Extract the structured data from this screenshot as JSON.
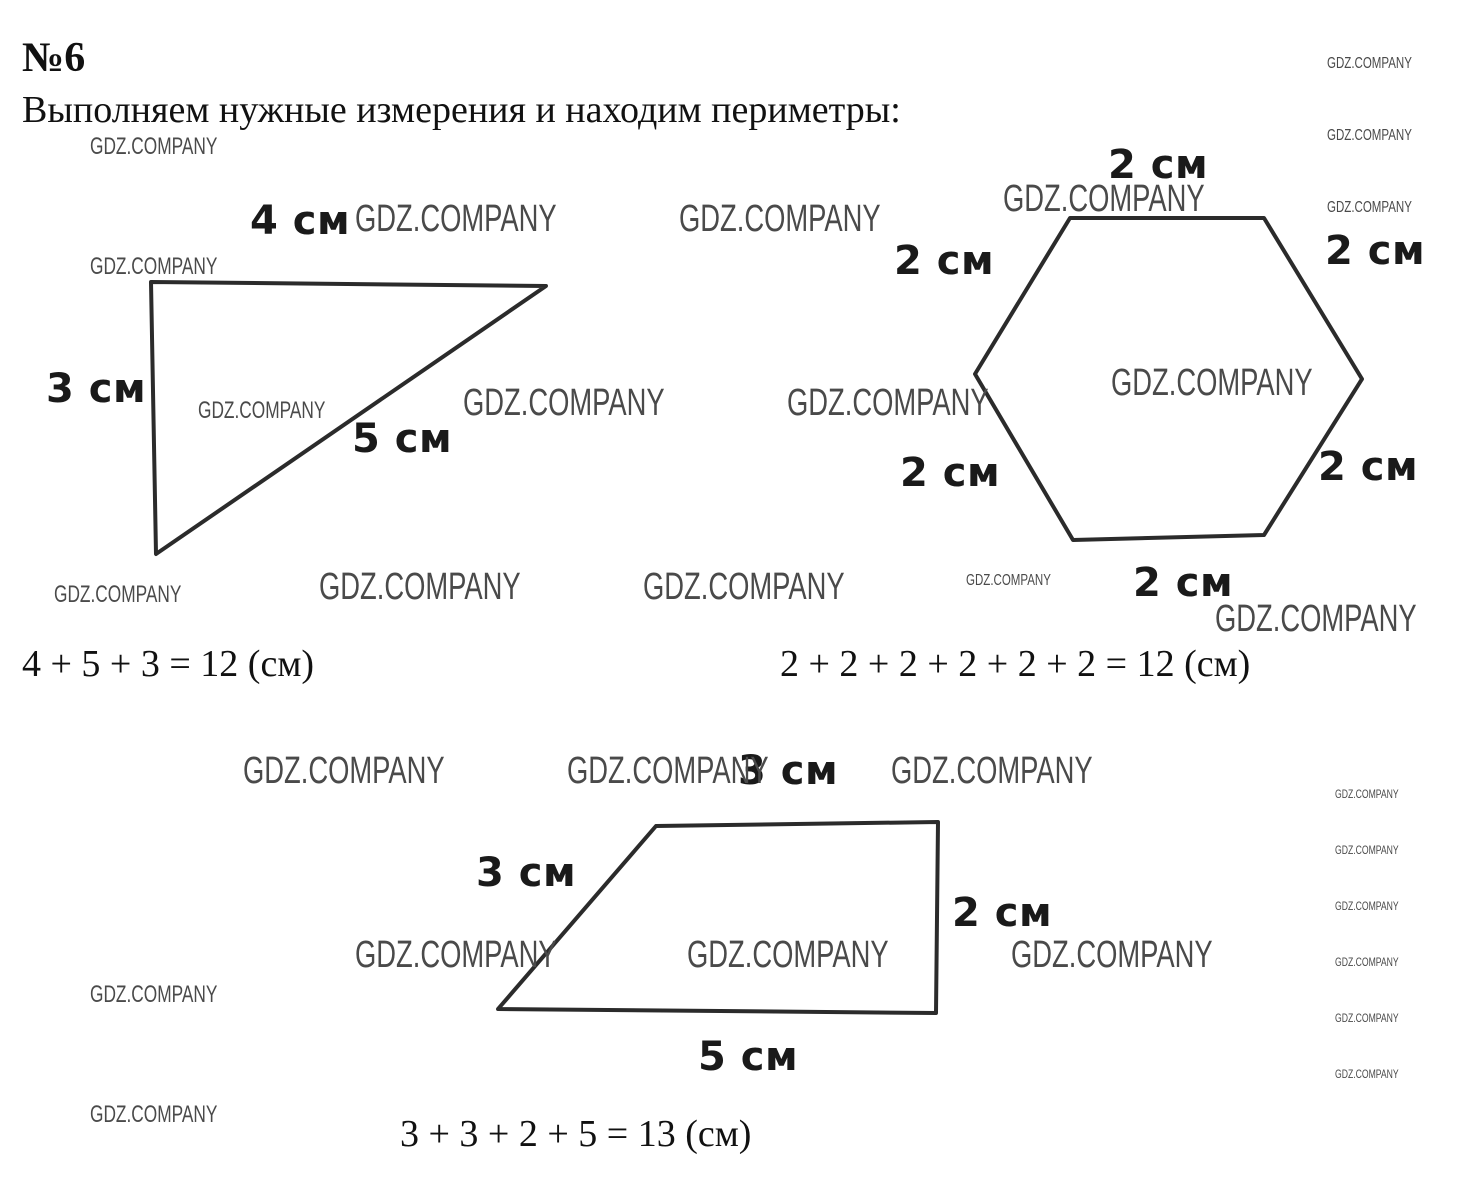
{
  "header": {
    "task_number": "№6",
    "instruction": "Выполняем нужные измерения и находим периметры:"
  },
  "triangle": {
    "side_top": "4 см",
    "side_left": "3 см",
    "side_hyp": "5 см",
    "formula": "4 + 5 + 3 = 12 (см)"
  },
  "hexagon": {
    "side_top": "2 см",
    "side_top_left": "2 см",
    "side_top_right": "2 см",
    "side_bottom_left": "2 см",
    "side_bottom_right": "2 см",
    "side_bottom": "2 см",
    "formula": "2 + 2 + 2 + 2 + 2 + 2 = 12 (см)"
  },
  "trapezoid": {
    "side_top": "3 см",
    "side_left": "3 см",
    "side_right": "2 см",
    "side_bottom": "5 см",
    "formula": "3 + 3 + 2 + 5 = 13 (см)"
  },
  "watermark": {
    "text": "GDZ.COMPANY"
  }
}
